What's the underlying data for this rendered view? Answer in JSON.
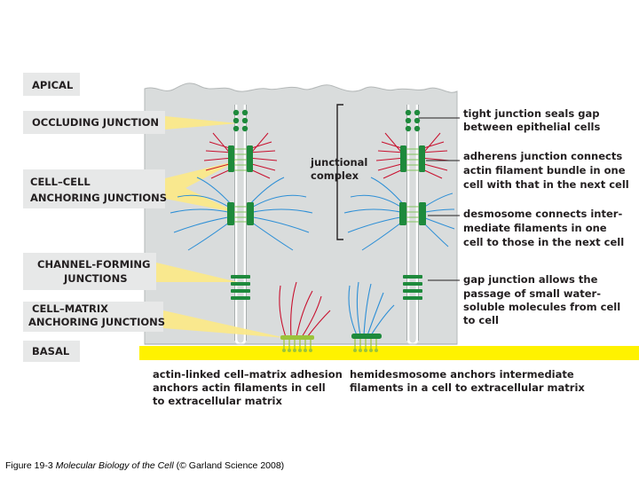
{
  "colors": {
    "cell": "#d9dcdc",
    "label_box": "#e7e8e8",
    "pointer": "#fbe98a",
    "basal_lamina": "#fff200",
    "junction_green": "#1e8a3c",
    "actin": "#c8102e",
    "intermediate": "#2d8fd6",
    "integrin": "#9bc43b"
  },
  "left_labels": {
    "apical": "APICAL",
    "occluding": "OCCLUDING JUNCTION",
    "cell_cell_1": "CELL–CELL",
    "cell_cell_2": "ANCHORING JUNCTIONS",
    "channel_1": "CHANNEL-FORMING",
    "channel_2": "JUNCTIONS",
    "cell_matrix_1": "CELL–MATRIX",
    "cell_matrix_2": "ANCHORING JUNCTIONS",
    "basal": "BASAL"
  },
  "center_label": {
    "line1": "junctional",
    "line2": "complex"
  },
  "right_labels": {
    "tight_1": "tight junction seals gap",
    "tight_2": "between epithelial cells",
    "adherens_1": "adherens junction connects",
    "adherens_2": "actin filament bundle in one",
    "adherens_3": "cell with that in the next cell",
    "desmosome_1": "desmosome connects inter-",
    "desmosome_2": "mediate filaments in one",
    "desmosome_3": "cell to those in the next cell",
    "gap_1": "gap junction allows the",
    "gap_2": "passage of small water-",
    "gap_3": "soluble molecules from cell",
    "gap_4": "to cell"
  },
  "bottom_labels": {
    "actin_linked_1": "actin-linked cell–matrix adhesion",
    "actin_linked_2": "anchors actin filaments in cell",
    "actin_linked_3": "to extracellular matrix",
    "hemi_1": "hemidesmosome anchors intermediate",
    "hemi_2": "filaments in a cell to extracellular matrix"
  },
  "caption": {
    "prefix": "Figure 19-3  ",
    "book": "Molecular Biology of the Cell",
    "suffix": " (© Garland Science 2008)"
  }
}
